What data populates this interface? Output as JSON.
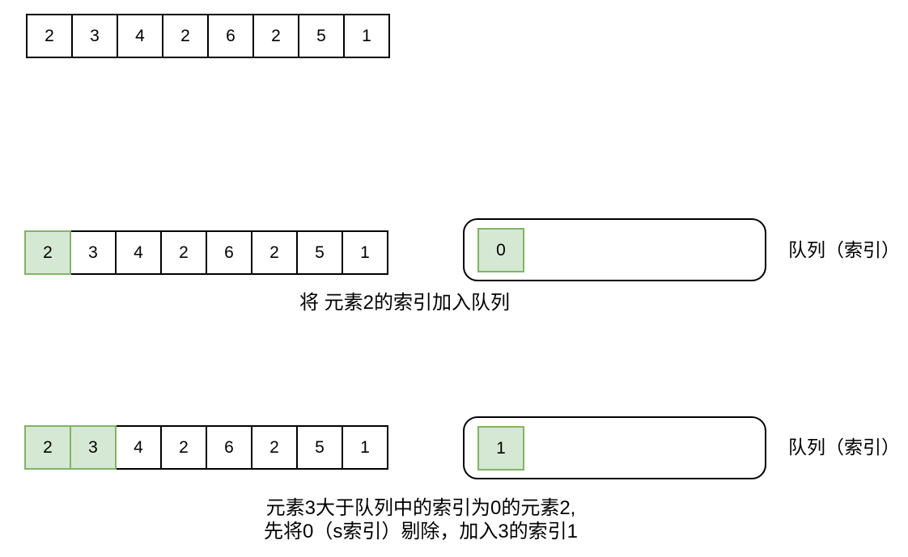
{
  "colors": {
    "highlight_fill": "#d5e8d4",
    "highlight_stroke": "#82b366",
    "cell_fill": "#ffffff",
    "cell_stroke": "#000000",
    "text": "#000000"
  },
  "initial": {
    "cells": [
      "2",
      "3",
      "4",
      "2",
      "6",
      "2",
      "5",
      "1"
    ]
  },
  "step1": {
    "cells": [
      "2",
      "3",
      "4",
      "2",
      "6",
      "2",
      "5",
      "1"
    ],
    "highlighted_indices": [
      0
    ],
    "queue_items": [
      "0"
    ],
    "queue_label": "队列（索引）",
    "caption": "将 元素2的索引加入队列"
  },
  "step2": {
    "cells": [
      "2",
      "3",
      "4",
      "2",
      "6",
      "2",
      "5",
      "1"
    ],
    "highlighted_indices": [
      0,
      1
    ],
    "queue_items": [
      "1"
    ],
    "queue_label": "队列（索引）",
    "caption_line1": "元素3大于队列中的索引为0的元素2,",
    "caption_line2": "先将0（s索引）剔除，加入3的索引1"
  }
}
